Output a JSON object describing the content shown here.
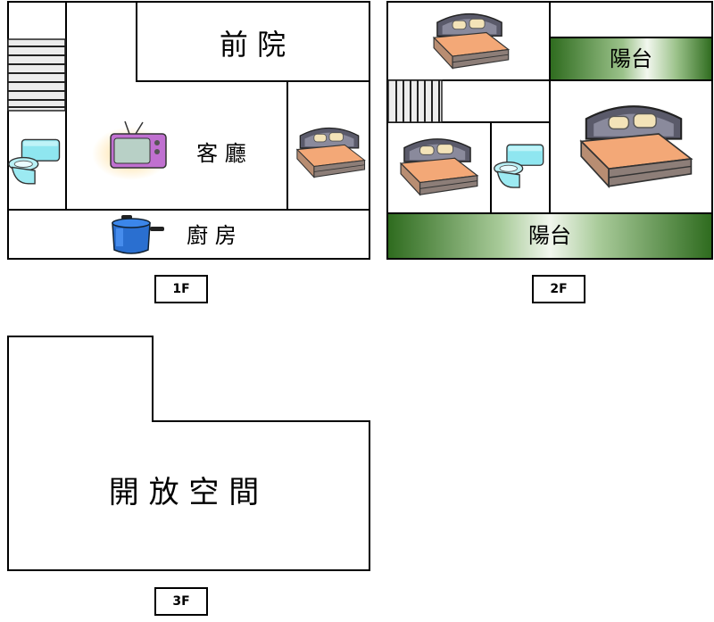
{
  "floors": [
    {
      "label": "1F",
      "rooms": {
        "front_yard": "前 院",
        "living_room": "客 廳",
        "kitchen": "廚 房"
      },
      "icons": [
        "stairs-icon",
        "toilet-icon",
        "television-icon",
        "bed-icon",
        "cooking-pot-icon"
      ]
    },
    {
      "label": "2F",
      "rooms": {
        "balcony_upper": "陽台",
        "balcony_lower": "陽台"
      },
      "icons": [
        "bed-icon",
        "stairs-icon",
        "bed-icon",
        "toilet-icon",
        "bed-icon"
      ]
    },
    {
      "label": "3F",
      "rooms": {
        "open_space": "開 放 空 間"
      }
    }
  ],
  "colors": {
    "wall": "#000000",
    "balcony_dark": "#2e6b1e",
    "balcony_light": "#f2f7ee",
    "bed_blanket": "#f0a070",
    "bed_frame": "#555566",
    "toilet": "#8fe6f0",
    "pot": "#2a6fd0",
    "tv": "#c070d0"
  }
}
